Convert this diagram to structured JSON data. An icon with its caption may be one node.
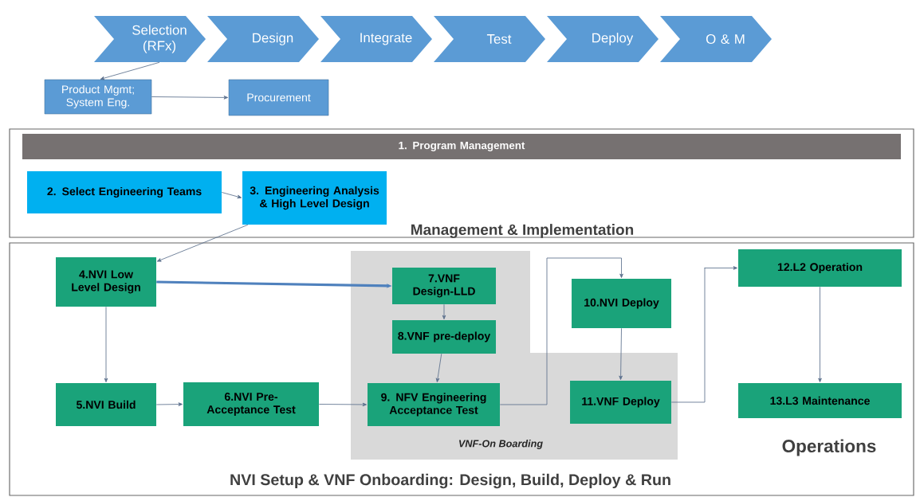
{
  "diagram": {
    "nodes": [
      {
        "text": [
          "Selection (RFx)"
        ]
      },
      {
        "text": [
          "Design"
        ]
      },
      {
        "text": [
          "Integrate"
        ]
      },
      {
        "text": [
          "Test"
        ]
      },
      {
        "text": [
          "Deploy"
        ]
      },
      {
        "text": [
          "O & M"
        ]
      },
      {
        "text": [
          "Product Mgmt; System Eng."
        ]
      },
      {
        "text": [
          "Procurement"
        ]
      },
      {
        "text": [
          "Management & Implementation"
        ]
      },
      {
        "text": [
          "1. Program Management"
        ],
        "in": 8
      },
      {
        "text": [
          "2. Select Engineering Teams"
        ],
        "in": 8
      },
      {
        "text": [
          "3. Engineering Analysis & High Level Design"
        ],
        "in": 8
      },
      {
        "text": [
          "NVI Setup & VNF Onboarding: Design, Build, Deploy & Run"
        ]
      },
      {
        "text": [
          "4.NVI Low Level Design"
        ],
        "in": 12
      },
      {
        "text": [
          "VNF-On Boarding"
        ],
        "in": 12
      },
      {
        "text": [
          "7.VNF Design-LLD"
        ],
        "in": 14
      },
      {
        "text": [
          "8.VNF pre-deploy"
        ],
        "in": 14
      },
      {
        "text": [
          "5.NVI Build"
        ],
        "in": 12
      },
      {
        "text": [
          "6.NVI Pre-Acceptance Test"
        ],
        "in": 12
      },
      {
        "text": [
          "9. NFV Engineering Acceptance Test"
        ],
        "in": 14
      },
      {
        "text": [
          "10.NVI Deploy"
        ],
        "in": 12
      },
      {
        "text": [
          "11.VNF Deploy"
        ],
        "in": 14
      },
      {
        "text": [
          "12.L2 Operation"
        ],
        "in": 12
      },
      {
        "text": [
          "13.L3 Maintenance"
        ],
        "in": 12
      }
    ],
    "edges": [
      {
        "from": 0,
        "to": 6,
        "arrow": "to"
      },
      {
        "from": 6,
        "to": 7,
        "arrow": "to"
      },
      {
        "from": 10,
        "to": 11,
        "arrow": "to"
      },
      {
        "from": 11,
        "to": 13,
        "arrow": "to"
      },
      {
        "from": 13,
        "to": 15,
        "arrow": "to",
        "style": "thick",
        "color": "#4f81bd"
      },
      {
        "from": 13,
        "to": 17,
        "arrow": "to"
      },
      {
        "from": 17,
        "to": 18,
        "arrow": "to"
      },
      {
        "from": 18,
        "to": 19,
        "arrow": "to"
      },
      {
        "from": 15,
        "to": 16,
        "arrow": "to"
      },
      {
        "from": 16,
        "to": 19,
        "arrow": "to"
      },
      {
        "from": 19,
        "to": 20,
        "arrow": "to"
      },
      {
        "from": 20,
        "to": 21,
        "arrow": "to"
      },
      {
        "from": 21,
        "to": 22,
        "arrow": "to"
      },
      {
        "from": 22,
        "to": 23,
        "arrow": "to"
      }
    ],
    "labels": [
      "Operations"
    ]
  }
}
